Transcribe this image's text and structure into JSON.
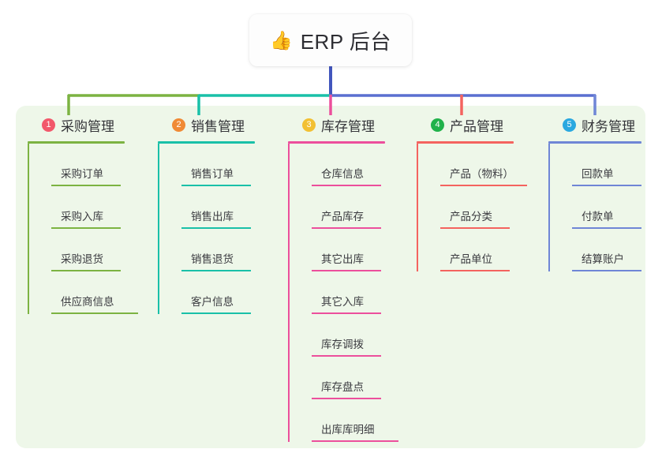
{
  "root": {
    "icon": "thumbs-up-icon",
    "icon_glyph": "👍",
    "title": "ERP 后台"
  },
  "diagram": {
    "type": "mindmap-tree",
    "panel_color": "#eef7e9",
    "root_stem_color": "#4256bd",
    "background": "#ffffff"
  },
  "columns": [
    {
      "number": "1",
      "title": "采购管理",
      "badge_color": "#f2586b",
      "line_color": "#7cb342",
      "items": [
        {
          "label": "采购订单"
        },
        {
          "label": "采购入库"
        },
        {
          "label": "采购退货"
        },
        {
          "label": "供应商信息"
        }
      ]
    },
    {
      "number": "2",
      "title": "销售管理",
      "badge_color": "#f08a35",
      "line_color": "#19c0a8",
      "items": [
        {
          "label": "销售订单"
        },
        {
          "label": "销售出库"
        },
        {
          "label": "销售退货"
        },
        {
          "label": "客户信息"
        }
      ]
    },
    {
      "number": "3",
      "title": "库存管理",
      "badge_color": "#f2c033",
      "line_color": "#ec4f9c",
      "items": [
        {
          "label": "仓库信息"
        },
        {
          "label": "产品库存"
        },
        {
          "label": "其它出库"
        },
        {
          "label": "其它入库"
        },
        {
          "label": "库存调拨"
        },
        {
          "label": "库存盘点"
        },
        {
          "label": "出库库明细"
        }
      ]
    },
    {
      "number": "4",
      "title": "产品管理",
      "badge_color": "#21b24b",
      "line_color": "#f4635f",
      "items": [
        {
          "label": "产品（物料）"
        },
        {
          "label": "产品分类"
        },
        {
          "label": "产品单位"
        }
      ]
    },
    {
      "number": "5",
      "title": "财务管理",
      "badge_color": "#2aa8e0",
      "line_color": "#6f86d6",
      "items": [
        {
          "label": "回款单"
        },
        {
          "label": "付款单"
        },
        {
          "label": "结算账户"
        }
      ]
    }
  ]
}
